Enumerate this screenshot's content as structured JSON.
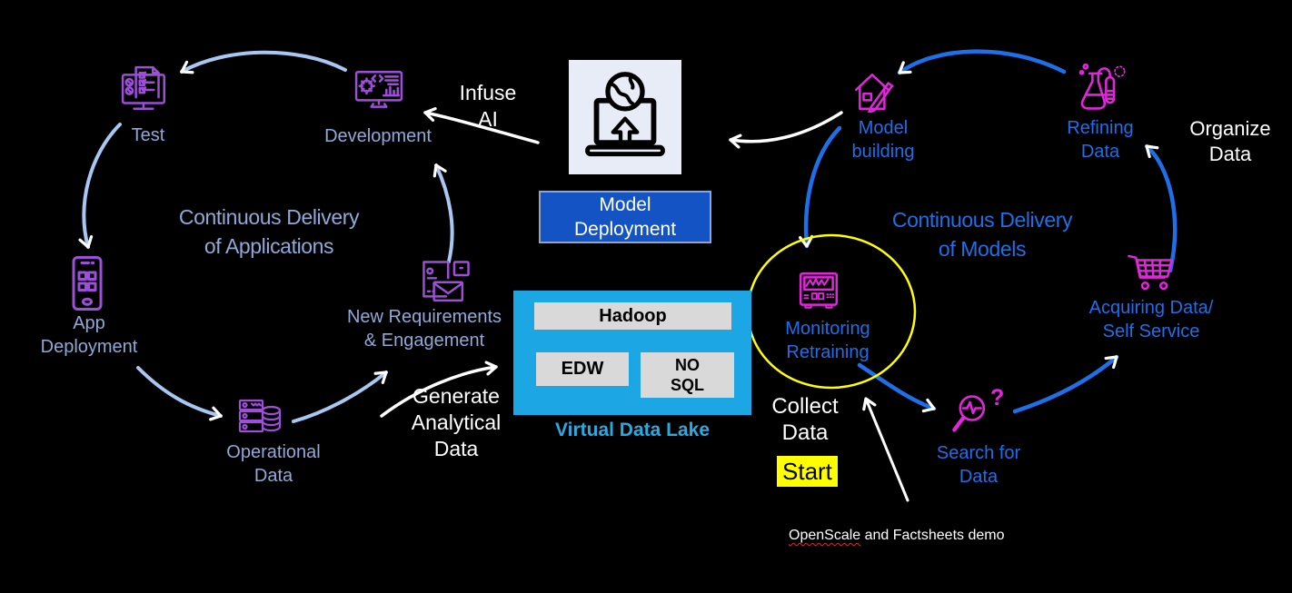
{
  "colors": {
    "background": "#000000",
    "left_text": "#8fa9d9",
    "left_arrow": "#a9c7f3",
    "right_blue": "#1f6fe8",
    "purple_icon": "#9d4fd8",
    "magenta_icon": "#e226dc",
    "cyan_box": "#1ca6e3",
    "cyan_text": "#29abe2",
    "deploy_blue": "#1453c4",
    "highlight_yellow": "#ffff00",
    "gray_bar": "#d9d9d9",
    "white": "#ffffff"
  },
  "left_cycle": {
    "title": [
      "Continuous Delivery",
      "of Applications"
    ],
    "test": "Test",
    "development": "Development",
    "app_deployment": [
      "App",
      "Deployment"
    ],
    "operational_data": [
      "Operational",
      "Data"
    ],
    "new_requirements": [
      "New Requirements",
      "& Engagement"
    ]
  },
  "center": {
    "infuse_ai": [
      "Infuse",
      "AI"
    ],
    "model_deployment": [
      "Model",
      "Deployment"
    ],
    "generate_analytical": [
      "Generate",
      "Analytical",
      "Data"
    ],
    "data_lake": {
      "hadoop": "Hadoop",
      "edw": "EDW",
      "nosql": [
        "NO",
        "SQL"
      ],
      "caption": "Virtual Data Lake"
    }
  },
  "right_cycle": {
    "title": [
      "Continuous Delivery",
      "of Models"
    ],
    "model_building": [
      "Model",
      "building"
    ],
    "refining_data": [
      "Refining",
      "Data"
    ],
    "organize_data": [
      "Organize",
      "Data"
    ],
    "acquiring_data": [
      "Acquiring Data/",
      "Self Service"
    ],
    "search_for_data": [
      "Search for",
      "Data"
    ],
    "question_mark": "?",
    "monitoring": [
      "Monitoring",
      "Retraining"
    ],
    "collect_data": [
      "Collect",
      "Data"
    ],
    "start": "Start",
    "annotation": {
      "word": "OpenScale",
      "rest": " and Factsheets demo"
    }
  },
  "icons": {
    "test": "monitor-checklist-icon",
    "development": "monitor-gear-code-icon",
    "app_deployment": "smartphone-apps-icon",
    "operational_data": "server-database-icon",
    "new_requirements": "documents-envelope-icon",
    "model_deployment": "laptop-globe-upload-icon",
    "model_building": "house-pencil-icon",
    "refining_data": "flask-testtube-icon",
    "acquiring_data": "shopping-cart-icon",
    "search_for_data": "magnifier-pulse-icon",
    "monitoring": "oscilloscope-icon"
  }
}
